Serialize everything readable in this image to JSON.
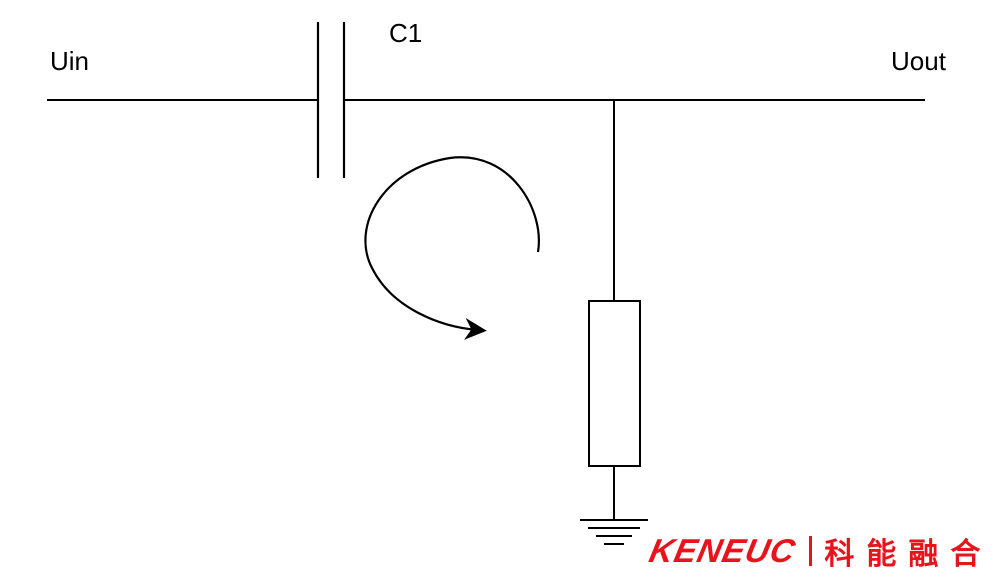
{
  "labels": {
    "input": "Uin",
    "output": "Uout",
    "capacitor": "C1"
  },
  "logo": {
    "latin": "KENEUC",
    "cjk": "科能融合",
    "color": "#e8141c"
  },
  "colors": {
    "wire": "#000000",
    "background": "#ffffff"
  }
}
